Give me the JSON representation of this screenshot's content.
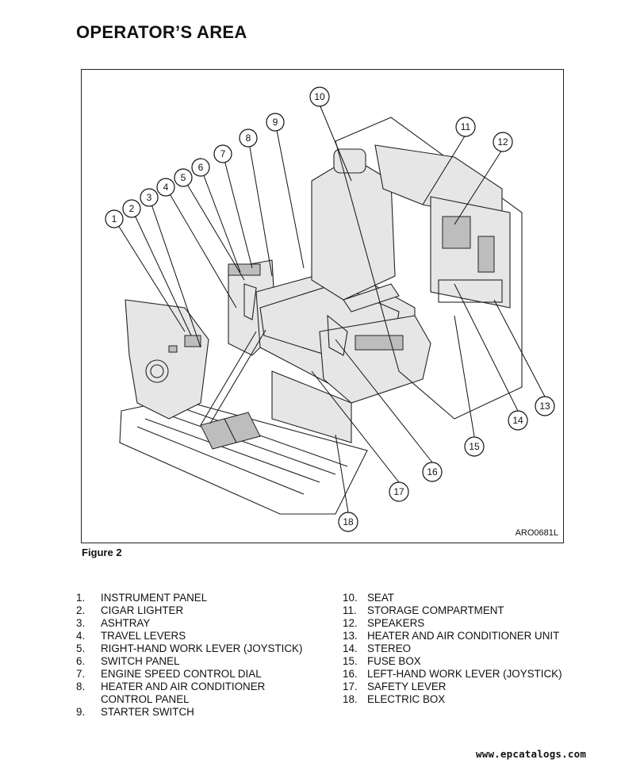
{
  "page_title": "OPERATOR’S AREA",
  "figure": {
    "code": "ARO0681L",
    "caption": "Figure 2",
    "callouts": [
      "1",
      "2",
      "3",
      "4",
      "5",
      "6",
      "7",
      "8",
      "9",
      "10",
      "11",
      "12",
      "13",
      "14",
      "15",
      "16",
      "17",
      "18"
    ]
  },
  "legend": {
    "left": [
      {
        "num": "1.",
        "text": "INSTRUMENT PANEL"
      },
      {
        "num": "2.",
        "text": "CIGAR LIGHTER"
      },
      {
        "num": "3.",
        "text": "ASHTRAY"
      },
      {
        "num": "4.",
        "text": "TRAVEL LEVERS"
      },
      {
        "num": "5.",
        "text": "RIGHT-HAND WORK LEVER (JOYSTICK)"
      },
      {
        "num": "6.",
        "text": "SWITCH PANEL"
      },
      {
        "num": "7.",
        "text": "ENGINE SPEED CONTROL DIAL"
      },
      {
        "num": "8.",
        "text": "HEATER AND AIR CONDITIONER"
      },
      {
        "num": "",
        "text": "CONTROL PANEL"
      },
      {
        "num": "9.",
        "text": "STARTER SWITCH"
      }
    ],
    "right": [
      {
        "num": "10.",
        "text": "SEAT"
      },
      {
        "num": "11.",
        "text": "STORAGE COMPARTMENT"
      },
      {
        "num": "12.",
        "text": "SPEAKERS"
      },
      {
        "num": "13.",
        "text": "HEATER AND AIR CONDITIONER UNIT"
      },
      {
        "num": "14.",
        "text": "STEREO"
      },
      {
        "num": "15.",
        "text": "FUSE BOX"
      },
      {
        "num": "16.",
        "text": "LEFT-HAND WORK LEVER (JOYSTICK)"
      },
      {
        "num": "17.",
        "text": "SAFETY LEVER"
      },
      {
        "num": "18.",
        "text": "ELECTRIC BOX"
      }
    ]
  },
  "footer": "www.epcatalogs.com"
}
